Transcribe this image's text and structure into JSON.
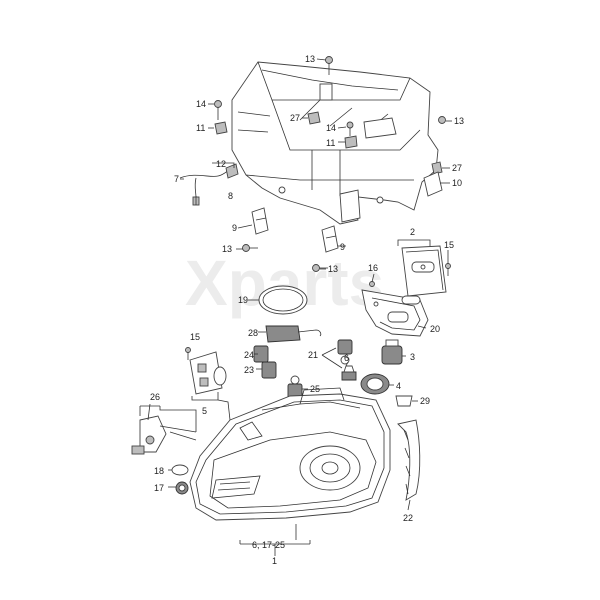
{
  "watermark": "Xparts",
  "callouts": [
    {
      "id": "c13a",
      "text": "13"
    },
    {
      "id": "c14a",
      "text": "14"
    },
    {
      "id": "c27a",
      "text": "27"
    },
    {
      "id": "c11a",
      "text": "11"
    },
    {
      "id": "c14b",
      "text": "14"
    },
    {
      "id": "c11b",
      "text": "11"
    },
    {
      "id": "c13b",
      "text": "13"
    },
    {
      "id": "c27b",
      "text": "27"
    },
    {
      "id": "c10",
      "text": "10"
    },
    {
      "id": "c12",
      "text": "12"
    },
    {
      "id": "c7",
      "text": "7"
    },
    {
      "id": "c8",
      "text": "8"
    },
    {
      "id": "c9a",
      "text": "9"
    },
    {
      "id": "c13c",
      "text": "13"
    },
    {
      "id": "c9b",
      "text": "9"
    },
    {
      "id": "c13d",
      "text": "13"
    },
    {
      "id": "c2",
      "text": "2"
    },
    {
      "id": "c15a",
      "text": "15"
    },
    {
      "id": "c16",
      "text": "16"
    },
    {
      "id": "c19",
      "text": "19"
    },
    {
      "id": "c20",
      "text": "20"
    },
    {
      "id": "c28",
      "text": "28"
    },
    {
      "id": "c15b",
      "text": "15"
    },
    {
      "id": "c21",
      "text": "21"
    },
    {
      "id": "c24",
      "text": "24"
    },
    {
      "id": "c6",
      "text": "6"
    },
    {
      "id": "c3",
      "text": "3"
    },
    {
      "id": "c23",
      "text": "23"
    },
    {
      "id": "c25",
      "text": "25"
    },
    {
      "id": "c4",
      "text": "4"
    },
    {
      "id": "c29",
      "text": "29"
    },
    {
      "id": "c26",
      "text": "26"
    },
    {
      "id": "c5",
      "text": "5"
    },
    {
      "id": "c18",
      "text": "18"
    },
    {
      "id": "c17",
      "text": "17"
    },
    {
      "id": "c22",
      "text": "22"
    },
    {
      "id": "c_group",
      "text": "6, 17-25"
    },
    {
      "id": "c1",
      "text": "1"
    }
  ]
}
